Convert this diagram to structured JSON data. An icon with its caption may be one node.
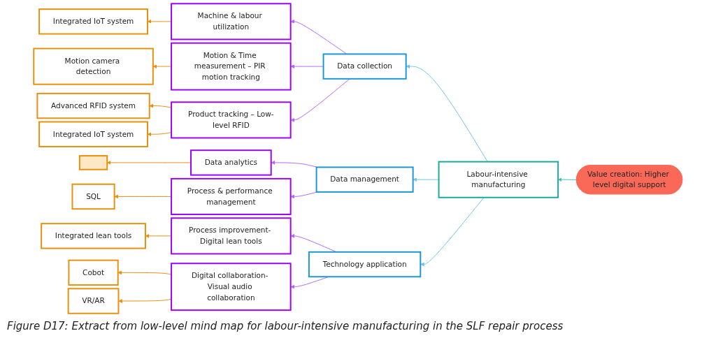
{
  "diagram": {
    "caption": "Figure D17: Extract from low-level mind map for labour-intensive manufacturing in the SLF repair process",
    "nodes": [
      {
        "text": [
          "Value creation: Higher level digital support"
        ]
      },
      {
        "text": [
          "Labour-intensive manufacturing"
        ]
      },
      {
        "text": [
          "Data collection"
        ]
      },
      {
        "text": [
          "Data management"
        ]
      },
      {
        "text": [
          "Technology application"
        ]
      },
      {
        "text": [
          "Machine & labour utilization"
        ]
      },
      {
        "text": [
          "Motion & Time measurement – PIR motion tracking"
        ]
      },
      {
        "text": [
          "Product tracking – Low-level RFID"
        ]
      },
      {
        "text": [
          "Data analytics"
        ]
      },
      {
        "text": [
          "Process & performance management"
        ]
      },
      {
        "text": [
          "Process improvement- Digital lean tools"
        ]
      },
      {
        "text": [
          "Digital collaboration- Visual audio collaboration"
        ]
      },
      {
        "text": [
          "Integrated IoT system"
        ]
      },
      {
        "text": [
          "Motion camera detection"
        ]
      },
      {
        "text": [
          "Advanced RFID system"
        ]
      },
      {
        "text": [
          "Integrated IoT system"
        ]
      },
      {
        "text": [],
        "shape": "bar"
      },
      {
        "text": [
          "SQL"
        ]
      },
      {
        "text": [
          "Integrated lean tools"
        ]
      },
      {
        "text": [
          "Cobot"
        ]
      },
      {
        "text": [
          "VR/AR"
        ]
      }
    ],
    "edges": [
      {
        "from": 0,
        "to": 1,
        "arrow": "to",
        "color": "#3fbfb8"
      },
      {
        "from": 1,
        "to": 2,
        "arrow": "to",
        "color": "#6ec3ec"
      },
      {
        "from": 1,
        "to": 3,
        "arrow": "to",
        "color": "#6ec3ec"
      },
      {
        "from": 1,
        "to": 4,
        "arrow": "to",
        "color": "#6ec3ec"
      },
      {
        "from": 2,
        "to": 5,
        "arrow": "to",
        "color": "#b266ff"
      },
      {
        "from": 2,
        "to": 6,
        "arrow": "to",
        "color": "#b266ff"
      },
      {
        "from": 2,
        "to": 7,
        "arrow": "to",
        "color": "#b266ff"
      },
      {
        "from": 3,
        "to": 8,
        "arrow": "to",
        "color": "#b266ff"
      },
      {
        "from": 3,
        "to": 9,
        "arrow": "to",
        "color": "#b266ff"
      },
      {
        "from": 4,
        "to": 10,
        "arrow": "to",
        "color": "#b266ff"
      },
      {
        "from": 4,
        "to": 11,
        "arrow": "to",
        "color": "#b266ff"
      },
      {
        "from": 5,
        "to": 12,
        "arrow": "to"
      },
      {
        "from": 6,
        "to": 13,
        "arrow": "to"
      },
      {
        "from": 7,
        "to": 14,
        "arrow": "to"
      },
      {
        "from": 7,
        "to": 15,
        "arrow": "to"
      },
      {
        "from": 8,
        "to": 16,
        "arrow": "to"
      },
      {
        "from": 9,
        "to": 17,
        "arrow": "to"
      },
      {
        "from": 10,
        "to": 18,
        "arrow": "to"
      },
      {
        "from": 11,
        "to": 19,
        "arrow": "to"
      },
      {
        "from": 11,
        "to": 20,
        "arrow": "to"
      }
    ]
  }
}
